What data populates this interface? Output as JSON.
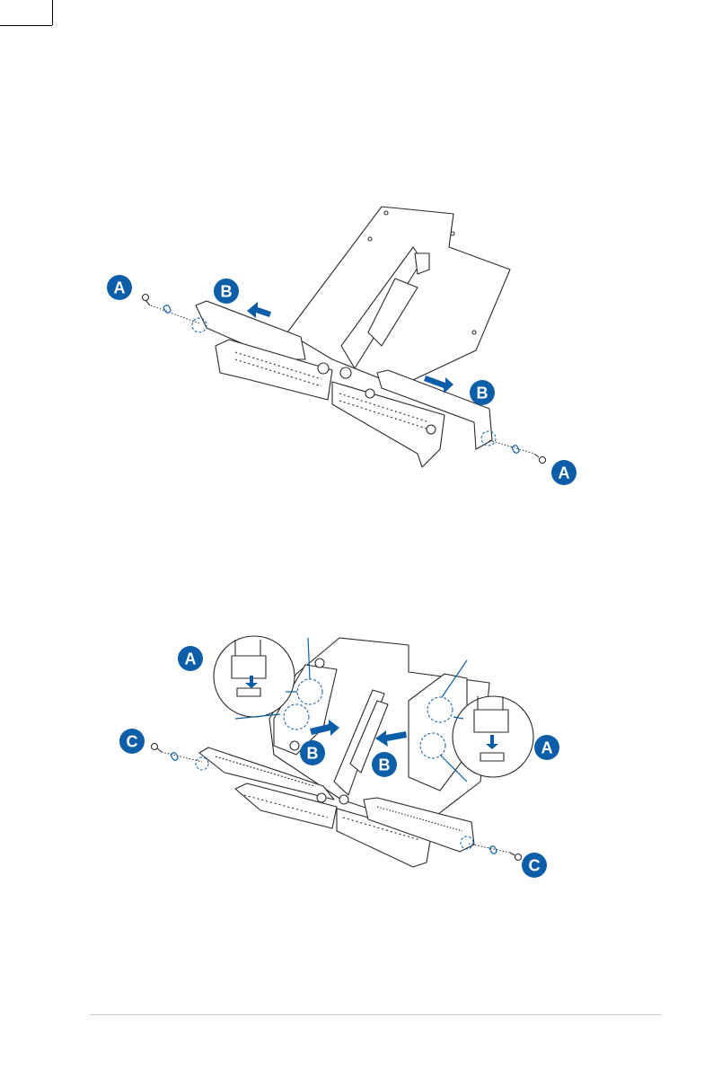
{
  "colors": {
    "accent": "#0d5ea8",
    "line": "#2a2a2a",
    "footer_rule": "#c8c8c8"
  },
  "figure1": {
    "callouts": [
      "A",
      "B",
      "B",
      "A"
    ]
  },
  "figure2": {
    "callouts": [
      "A",
      "C",
      "B",
      "B",
      "A",
      "C"
    ]
  }
}
